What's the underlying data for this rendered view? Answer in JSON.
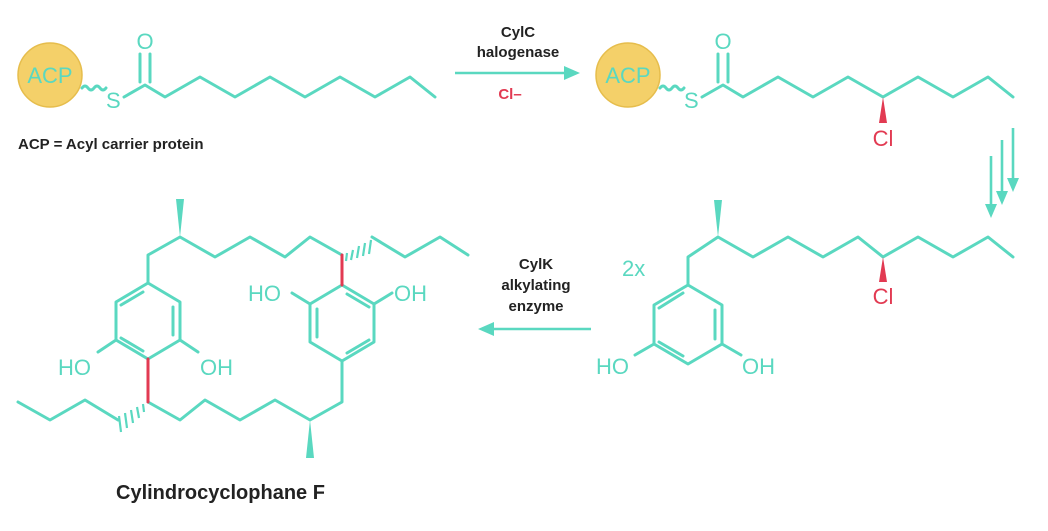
{
  "acp_label": "ACP",
  "atoms": {
    "oxygen": "O",
    "sulfur": "S",
    "chlorine": "Cl",
    "hydroxyl": "OH",
    "hydroxyl_left": "HO"
  },
  "legend": "ACP = Acyl carrier protein",
  "step1": {
    "enzyme": "CylC",
    "enzyme_type": "halogenase",
    "reagent": "Cl–"
  },
  "step3": {
    "multiplier": "2x",
    "enzyme": "CylK",
    "line2": "alkylating",
    "line3": "enzyme"
  },
  "product_name": "Cylindrocyclophane F",
  "colors": {
    "bond": "#5ad8c0",
    "new_bond": "#e23a52",
    "acp": "#f4d069",
    "text": "#222222"
  }
}
